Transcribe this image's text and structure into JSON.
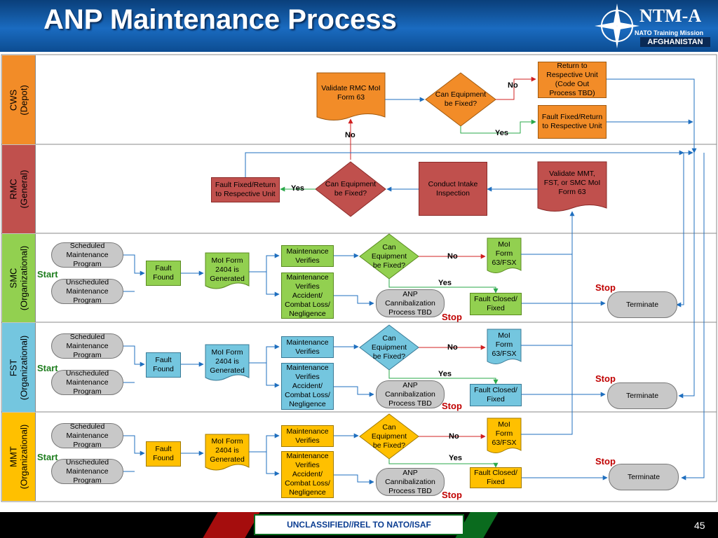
{
  "title": "ANP Maintenance Process",
  "logo": {
    "main": "NTM-A",
    "sub1": "NATO Training Mission",
    "sub2": "AFGHANISTAN"
  },
  "footer": {
    "classification": "UNCLASSIFIED//REL TO NATO/ISAF",
    "page": "45"
  },
  "colors": {
    "orange": "#f28c28",
    "red": "#c0504d",
    "green": "#92d050",
    "blue": "#74c6df",
    "yellow": "#ffc000",
    "gray": "#c8c8c8",
    "stop": "#c00000",
    "start": "#1e7d1e"
  },
  "lanes": [
    {
      "label": "CWS\n(Depot)"
    },
    {
      "label": "RMC\n(General)"
    },
    {
      "label": "SMC\n(Organizational)"
    },
    {
      "label": "FST\n(Organizational)"
    },
    {
      "label": "MMT\n(Organizational)"
    }
  ],
  "cws": {
    "validate": "Validate RMC MoI\nForm 63",
    "decision": "Can Equipment\nbe Fixed?",
    "return": "Return to\nRespective Unit\n(Code Out\nProcess TBD)",
    "fixed": "Fault Fixed/Return\nto Respective Unit",
    "no_right": "No",
    "yes": "Yes",
    "no_down": "No"
  },
  "rmc": {
    "validate": "Validate MMT,\nFST, or SMC MoI\nForm 63",
    "intake": "Conduct Intake\nInspection",
    "decision": "Can Equipment\nbe Fixed?",
    "fixed": "Fault Fixed/Return\nto Respective Unit",
    "yes": "Yes"
  },
  "org_lane": {
    "scheduled": "Scheduled\nMaintenance\nProgram",
    "unscheduled": "Unscheduled\nMaintenance\nProgram",
    "start": "Start",
    "fault_found": "Fault\nFound",
    "moi_generated": "MoI Form\n2404 is\nGenerated",
    "maint_verifies": "Maintenance\nVerifies",
    "maint_verifies_accident": "Maintenance\nVerifies\nAccident/\nCombat Loss/\nNegligence",
    "decision": "Can\nEquipment\nbe Fixed?",
    "no": "No",
    "yes": "Yes",
    "moi_fsx": "MoI\nForm\n63/FSX",
    "cannibalization": "ANP\nCannibalization\nProcess TBD",
    "fault_closed": "Fault Closed/\nFixed",
    "stop": "Stop",
    "terminate": "Terminate"
  }
}
